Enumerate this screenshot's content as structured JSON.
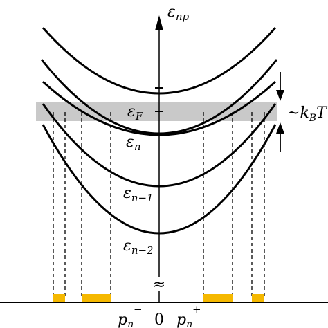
{
  "labels": {
    "axis_y": "ε",
    "axis_y_sub": "np",
    "fermi": "ε",
    "fermi_sub": "F",
    "level_n": "ε",
    "level_n_sub": "n",
    "level_n1": "ε",
    "level_n1_sub": "n−1",
    "level_n2": "ε",
    "level_n2_sub": "n−2",
    "tilde_kbt_prefix": "~",
    "kbt_k": "k",
    "kbt_sub": "B",
    "kbt_T": "T",
    "p_minus": "p",
    "p_minus_sub": "n",
    "p_minus_sup": "−",
    "zero": "0",
    "p_plus": "p",
    "p_plus_sub": "n",
    "p_plus_sup": "+",
    "break_mark": "≈"
  },
  "colors": {
    "fermi_band": "#c9c9c9",
    "highlight": "#f5b800",
    "line": "#000000"
  }
}
